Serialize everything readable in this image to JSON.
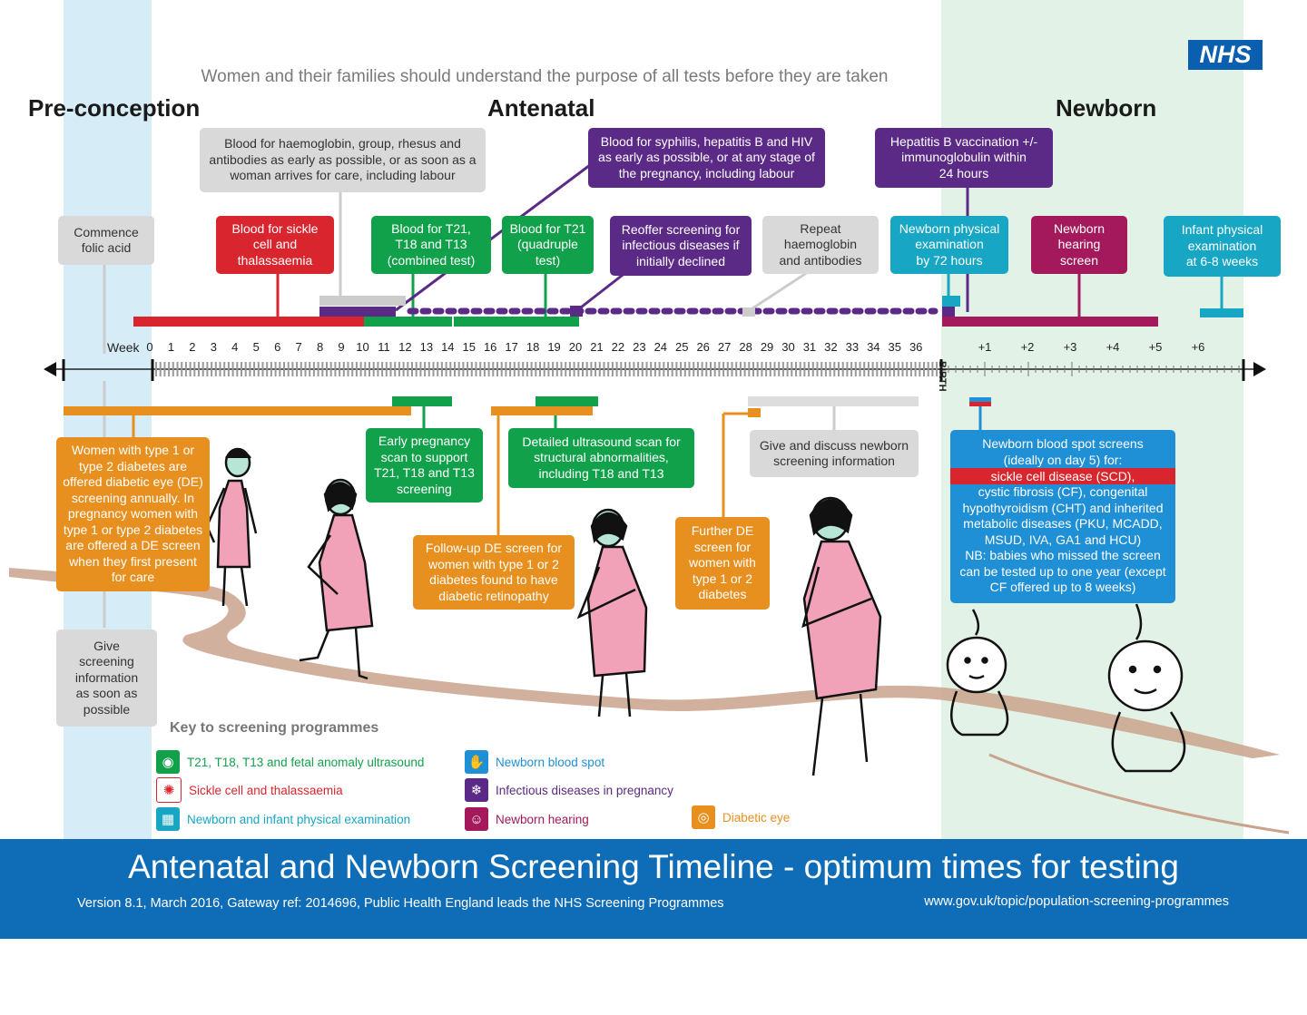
{
  "header": {
    "subtitle": "Women and their families should understand the purpose of all tests before they are taken",
    "logo": "NHS"
  },
  "sections": {
    "pre": "Pre-conception",
    "ante": "Antenatal",
    "newborn": "Newborn"
  },
  "timeline": {
    "week_label": "Week",
    "weeks": [
      "0",
      "1",
      "2",
      "3",
      "4",
      "5",
      "6",
      "7",
      "8",
      "9",
      "10",
      "11",
      "12",
      "13",
      "14",
      "15",
      "16",
      "17",
      "18",
      "19",
      "20",
      "21",
      "22",
      "23",
      "24",
      "25",
      "26",
      "27",
      "28",
      "29",
      "30",
      "31",
      "32",
      "33",
      "34",
      "35",
      "36"
    ],
    "birth_label": "BIRTH",
    "newborn_weeks": [
      "+1",
      "+2",
      "+3",
      "+4",
      "+5",
      "+6"
    ]
  },
  "boxes": {
    "folic": [
      "Commence",
      "folic acid"
    ],
    "haemoglobin": [
      "Blood for haemoglobin, group, rhesus and",
      "antibodies as early as possible, or as soon as a",
      "woman arrives for care, including labour"
    ],
    "sickle": [
      "Blood for sickle",
      "cell and",
      "thalassaemia"
    ],
    "t21_combined": [
      "Blood for T21,",
      "T18 and T13",
      "(combined test)"
    ],
    "t21_quad": [
      "Blood for T21",
      "(quadruple",
      "test)"
    ],
    "syphilis": [
      "Blood for syphilis, hepatitis B and HIV",
      "as early as possible, or at any stage of",
      "the pregnancy, including labour"
    ],
    "reoffer": [
      "Reoffer screening for",
      "infectious diseases if",
      "initially declined"
    ],
    "repeat": [
      "Repeat",
      "haemoglobin",
      "and antibodies"
    ],
    "hepb": [
      "Hepatitis B vaccination +/-",
      "immunoglobulin within",
      "24 hours"
    ],
    "nb_physical": [
      "Newborn physical",
      "examination",
      "by 72 hours"
    ],
    "nb_hearing": [
      "Newborn",
      "hearing",
      "screen"
    ],
    "infant_physical": [
      "Infant physical",
      "examination",
      "at 6-8 weeks"
    ],
    "diabetic_eye": [
      "Women with type 1 or",
      "type 2 diabetes are",
      "offered diabetic eye (DE)",
      "screening annually. In",
      "pregnancy women with",
      "type 1 or type 2 diabetes",
      "are offered a DE screen",
      "when they first present",
      "for care"
    ],
    "give_info": [
      "Give",
      "screening",
      "information",
      "as soon as",
      "possible"
    ],
    "early_scan": [
      "Early pregnancy",
      "scan to support",
      "T21, T18 and T13",
      "screening"
    ],
    "followup_de": [
      "Follow-up DE screen for",
      "women with type 1 or 2",
      "diabetes found to have",
      "diabetic retinopathy"
    ],
    "detailed_scan": [
      "Detailed ultrasound scan for",
      "structural abnormalities,",
      "including T18 and T13"
    ],
    "further_de": [
      "Further DE",
      "screen for",
      "women with",
      "type 1 or 2",
      "diabetes"
    ],
    "discuss_info": [
      "Give and discuss newborn",
      "screening information"
    ],
    "bloodspot_top": [
      "Newborn blood spot screens",
      "(ideally on day 5) for:"
    ],
    "bloodspot_scd": "sickle cell disease (SCD),",
    "bloodspot_rest": [
      "cystic fibrosis (CF), congenital",
      "hypothyroidism (CHT) and inherited",
      "metabolic diseases (PKU, MCADD,",
      "MSUD, IVA, GA1 and HCU)",
      "NB: babies who missed the screen",
      "can be tested up to one year (except",
      "CF offered up to 8 weeks)"
    ]
  },
  "key": {
    "title": "Key to screening programmes",
    "items": [
      {
        "label": "T21, T18, T13 and fetal anomaly ultrasound",
        "color": "#12a14b",
        "icon": "ultrasound-icon"
      },
      {
        "label": "Sickle cell and thalassaemia",
        "color": "#d9262e",
        "icon": "sickle-cell-icon"
      },
      {
        "label": "Newborn and infant physical examination",
        "color": "#17a7c4",
        "icon": "physical-exam-icon"
      },
      {
        "label": "Newborn blood spot",
        "color": "#1f8fd6",
        "icon": "blood-spot-icon"
      },
      {
        "label": "Infectious diseases in pregnancy",
        "color": "#5b2a86",
        "icon": "infectious-disease-icon"
      },
      {
        "label": "Newborn hearing",
        "color": "#a3195b",
        "icon": "hearing-icon"
      },
      {
        "label": "Diabetic eye",
        "color": "#e8901f",
        "icon": "eye-icon"
      }
    ]
  },
  "footer": {
    "title": "Antenatal and Newborn Screening Timeline - optimum times for testing",
    "version": "Version 8.1, March 2016, Gateway ref: 2014696, Public Health England leads the NHS Screening Programmes",
    "url": "www.gov.uk/topic/population-screening-programmes"
  }
}
